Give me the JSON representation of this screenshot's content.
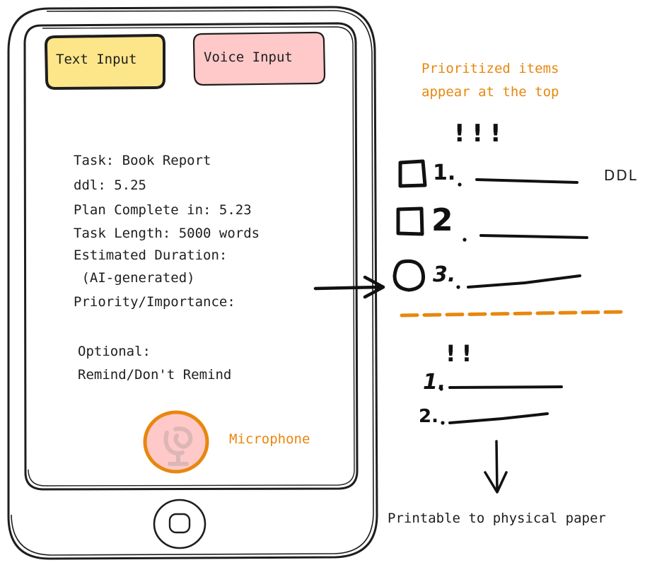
{
  "phone": {
    "text_input_label": "Text Input",
    "voice_input_label": "Voice Input",
    "form_lines": [
      "Task: Book Report",
      "ddl: 5.25",
      "Plan Complete in: 5.23",
      "Task Length: 5000 words",
      "Estimated Duration:",
      " (AI-generated)",
      "Priority/Importance:"
    ],
    "optional_lines": [
      "Optional:",
      "Remind/Don't Remind"
    ],
    "microphone_label": "Microphone"
  },
  "list": {
    "note_line1": "Prioritized items",
    "note_line2": "appear at the top",
    "ddl_label": "DDL",
    "high_priority_marks": "!!!",
    "low_priority_marks": "!!",
    "high_priority_numbers": [
      "1.",
      "2",
      "3."
    ],
    "low_priority_numbers": [
      "1.",
      "2."
    ],
    "print_note": "Printable to physical paper"
  },
  "colors": {
    "text_input_fill": "#fde68a",
    "voice_input_fill": "#ffc9c9",
    "accent_orange": "#e8870e",
    "ink": "#1e1e1e"
  }
}
